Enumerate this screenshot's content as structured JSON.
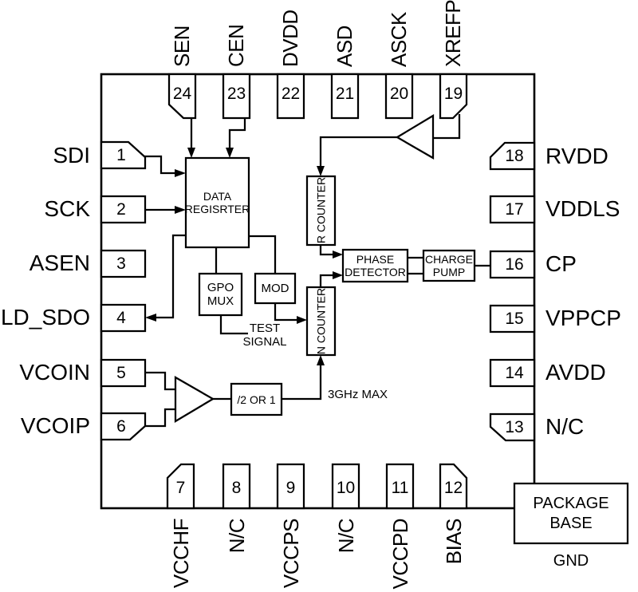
{
  "colors": {
    "background": "#ffffff",
    "line": "#000000"
  },
  "pins": {
    "top": [
      {
        "num": "24",
        "label": "SEN"
      },
      {
        "num": "23",
        "label": "CEN"
      },
      {
        "num": "22",
        "label": "DVDD"
      },
      {
        "num": "21",
        "label": "ASD"
      },
      {
        "num": "20",
        "label": "ASCK"
      },
      {
        "num": "19",
        "label": "XREFP"
      }
    ],
    "left": [
      {
        "num": "1",
        "label": "SDI"
      },
      {
        "num": "2",
        "label": "SCK"
      },
      {
        "num": "3",
        "label": "ASEN"
      },
      {
        "num": "4",
        "label": "LD_SDO"
      },
      {
        "num": "5",
        "label": "VCOIN"
      },
      {
        "num": "6",
        "label": "VCOIP"
      }
    ],
    "right": [
      {
        "num": "18",
        "label": "RVDD"
      },
      {
        "num": "17",
        "label": "VDDLS"
      },
      {
        "num": "16",
        "label": "CP"
      },
      {
        "num": "15",
        "label": "VPPCP"
      },
      {
        "num": "14",
        "label": "AVDD"
      },
      {
        "num": "13",
        "label": "N/C"
      }
    ],
    "bottom": [
      {
        "num": "7",
        "label": "VCCHF"
      },
      {
        "num": "8",
        "label": "N/C"
      },
      {
        "num": "9",
        "label": "VCCPS"
      },
      {
        "num": "10",
        "label": "N/C"
      },
      {
        "num": "11",
        "label": "VCCPD"
      },
      {
        "num": "12",
        "label": "BIAS"
      }
    ]
  },
  "blocks": {
    "data_register": {
      "line1": "DATA",
      "line2": "REGISRTER"
    },
    "gpo_mux": {
      "line1": "GPO",
      "line2": "MUX"
    },
    "mod": {
      "label": "MOD"
    },
    "r_counter": {
      "label": "R COUNTER"
    },
    "n_counter": {
      "label": "N COUNTER"
    },
    "phase_detector": {
      "line1": "PHASE",
      "line2": "DETECTOR"
    },
    "charge_pump": {
      "line1": "CHARGE",
      "line2": "PUMP"
    },
    "divider": {
      "label": "/2 OR 1"
    },
    "package_base": {
      "line1": "PACKAGE",
      "line2": "BASE"
    }
  },
  "annotations": {
    "test_signal": {
      "line1": "TEST",
      "line2": "SIGNAL"
    },
    "freq_max": "3GHz MAX",
    "ground": "GND"
  }
}
